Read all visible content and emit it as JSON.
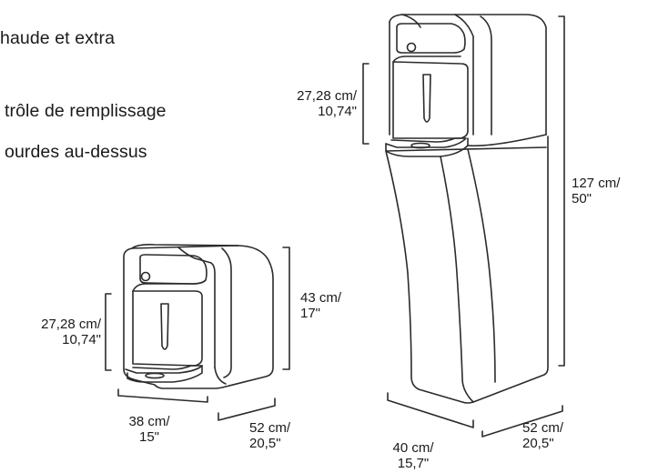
{
  "features": [
    "haude et extra",
    "trôle de remplissage",
    "ourdes au-dessus"
  ],
  "countertop_unit": {
    "height_label": [
      "43 cm/",
      "17\""
    ],
    "dispense_area_label": [
      "27,28 cm/",
      "10,74\""
    ],
    "width_label": [
      "38 cm/",
      "15\""
    ],
    "depth_label": [
      "52 cm/",
      "20,5\""
    ]
  },
  "floor_unit": {
    "height_label": [
      "127 cm/",
      "50\""
    ],
    "dispense_area_label": [
      "27,28 cm/",
      "10,74\""
    ],
    "width_label": [
      "40 cm/",
      "15,7\""
    ],
    "depth_label": [
      "52 cm/",
      "20,5\""
    ]
  },
  "colors": {
    "line": "#2b2b2b",
    "text": "#1a1a1a",
    "background": "#ffffff"
  }
}
